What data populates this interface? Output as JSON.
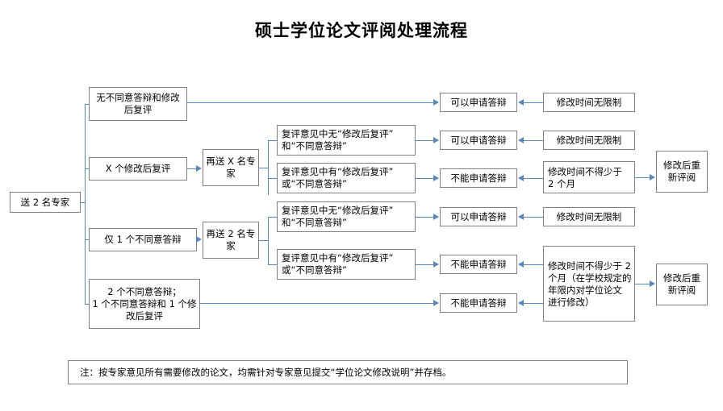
{
  "title": "硕士学位论文评阅处理流程",
  "start": {
    "label": "送 2 名专家"
  },
  "branches": [
    {
      "label": "无不同意答辩和修改\n后复评"
    },
    {
      "label": "X 个修改后复评"
    },
    {
      "label": "仅 1 个不同意答辩"
    },
    {
      "label": "2 个不同意答辩；\n1 个不同意答辩和 1 个修\n改后复评"
    }
  ],
  "resend": [
    {
      "label": "再送 X 名专\n家"
    },
    {
      "label": "再送 2 名专\n家"
    }
  ],
  "opinions": [
    {
      "label": "复评意见中无“修改后复评”\n和“不同意答辩”"
    },
    {
      "label": "复评意见中有“修改后复评”\n或“不同意答辩”"
    },
    {
      "label": "复评意见中无“修改后复评”\n和“不同意答辩”"
    },
    {
      "label": "复评意见中有“修改后复评”\n或“不同意答辩”"
    }
  ],
  "results": [
    {
      "label": "可以申请答辩"
    },
    {
      "label": "可以申请答辩"
    },
    {
      "label": "不能申请答辩"
    },
    {
      "label": "可以申请答辩"
    },
    {
      "label": "不能申请答辩"
    },
    {
      "label": "不能申请答辩"
    }
  ],
  "durations": [
    {
      "label": "修改时间无限制"
    },
    {
      "label": "修改时间无限制"
    },
    {
      "label": "修改时间不得少于\n2 个月"
    },
    {
      "label": "修改时间无限制"
    },
    {
      "label": "修改时间不得少于 2\n个月（在学校规定的\n年限内对学位论文\n进行修改）"
    }
  ],
  "reviews": [
    {
      "label": "修改后重\n新评阅"
    },
    {
      "label": "修改后重\n新评阅"
    }
  ],
  "footer": {
    "note": "注：按专家意见所有需要修改的论文，均需针对专家意见提交“学位论文修改说明”并存档。"
  },
  "colors": {
    "connector": "#5b87b5",
    "border": "#808080",
    "background": "#ffffff",
    "text": "#000000"
  }
}
